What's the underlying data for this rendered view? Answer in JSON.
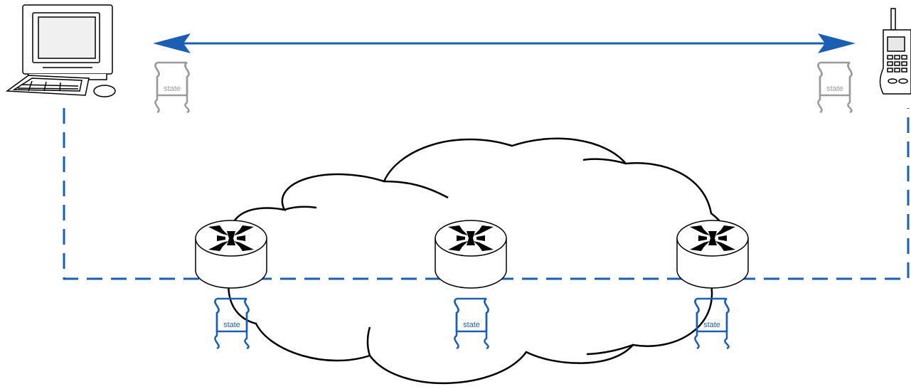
{
  "colors": {
    "accent": "#1a5fb4",
    "state_endpoint": "#9a9a9a",
    "state_network": "#1a5fb4",
    "outline": "#000000"
  },
  "endpoints": {
    "left": {
      "icon": "desktop-computer-icon"
    },
    "right": {
      "icon": "mobile-phone-icon"
    }
  },
  "connection": {
    "icon": "double-headed-arrow"
  },
  "path": {
    "style": "dashed"
  },
  "network": {
    "icon": "cloud-icon"
  },
  "routers": [
    {
      "icon": "router-icon"
    },
    {
      "icon": "router-icon"
    },
    {
      "icon": "router-icon"
    }
  ],
  "states": {
    "left_endpoint": "state",
    "right_endpoint": "state",
    "router_1": "state",
    "router_2": "state",
    "router_3": "state"
  }
}
